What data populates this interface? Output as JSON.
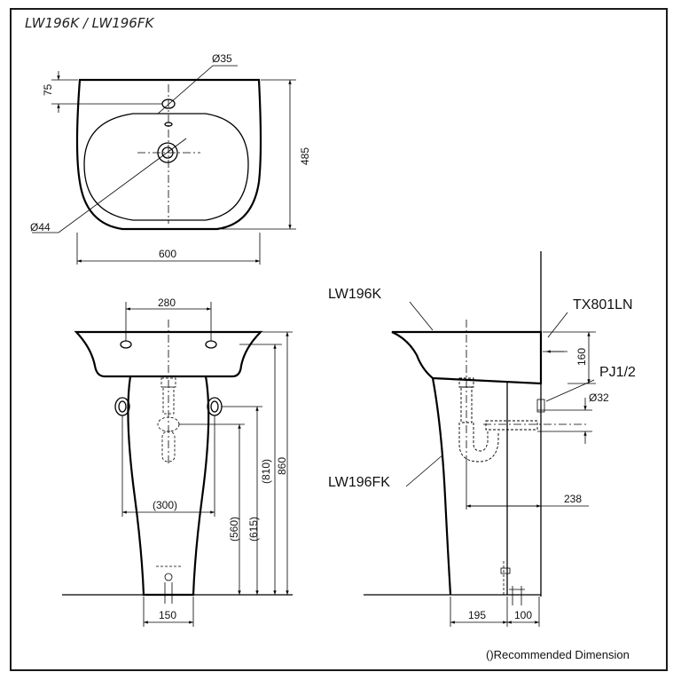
{
  "header": {
    "title": "LW196K / LW196FK"
  },
  "footnote": "()Recommended Dimension",
  "top_view": {
    "dims": {
      "tap_hole": "Ø35",
      "offset": "75",
      "depth": "485",
      "drain": "Ø44",
      "width": "600"
    }
  },
  "front_view": {
    "dims": {
      "hole_spacing": "280",
      "bolt_spacing": "(300)",
      "bolt_height": "(560)",
      "waste_height": "(615)",
      "rim_height_rec": "(810)",
      "rim_height": "860",
      "pedestal_base": "150"
    }
  },
  "side_view": {
    "labels": {
      "basin": "LW196K",
      "pedestal": "LW196FK",
      "faucet": "TX801LN",
      "trap": "PJ1/2"
    },
    "dims": {
      "faucet_height": "160",
      "outlet_dia": "Ø32",
      "trap_offset": "238",
      "base_depth": "195",
      "wall_gap": "100"
    }
  }
}
